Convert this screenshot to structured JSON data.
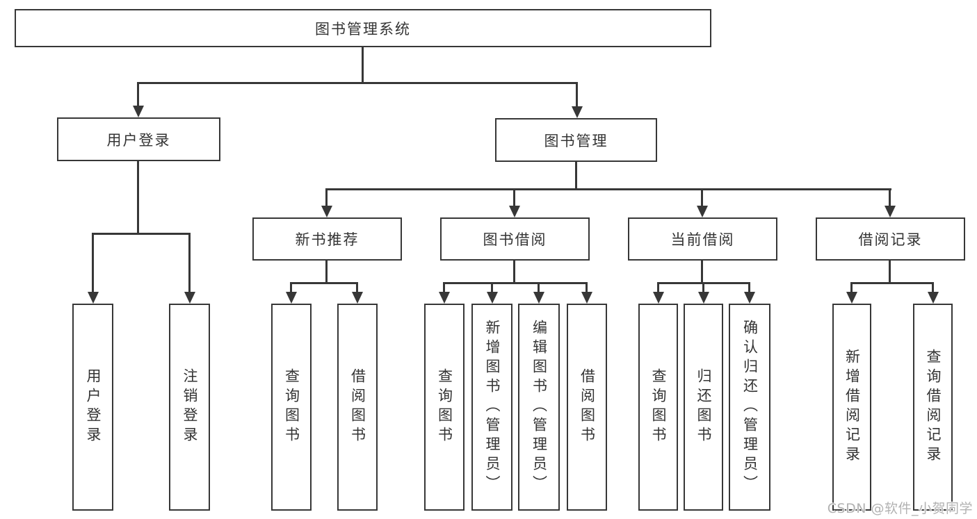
{
  "diagram": {
    "title": "图书管理系统",
    "type": "hierarchy-tree",
    "colors": {
      "line": "#373737",
      "box_border": "#373737",
      "box_fill": "#ffffff",
      "text": "#333333",
      "watermark_text": "#b2b2b2",
      "background": "#ffffff"
    },
    "tree": {
      "label": "图书管理系统",
      "children": [
        {
          "label": "用户登录",
          "children": [
            {
              "label": "用户登录"
            },
            {
              "label": "注销登录"
            }
          ]
        },
        {
          "label": "图书管理",
          "children": [
            {
              "label": "新书推荐",
              "children": [
                {
                  "label": "查询图书"
                },
                {
                  "label": "借阅图书"
                }
              ]
            },
            {
              "label": "图书借阅",
              "children": [
                {
                  "label": "查询图书"
                },
                {
                  "label": "新增图书（管理员）"
                },
                {
                  "label": "编辑图书（管理员）"
                },
                {
                  "label": "借阅图书"
                }
              ]
            },
            {
              "label": "当前借阅",
              "children": [
                {
                  "label": "查询图书"
                },
                {
                  "label": "归还图书"
                },
                {
                  "label": "确认归还（管理员）"
                }
              ]
            },
            {
              "label": "借阅记录",
              "children": [
                {
                  "label": "新增借阅记录"
                },
                {
                  "label": "查询借阅记录"
                }
              ]
            }
          ]
        }
      ]
    },
    "watermark": "CSDN @软件_小贺同学"
  }
}
